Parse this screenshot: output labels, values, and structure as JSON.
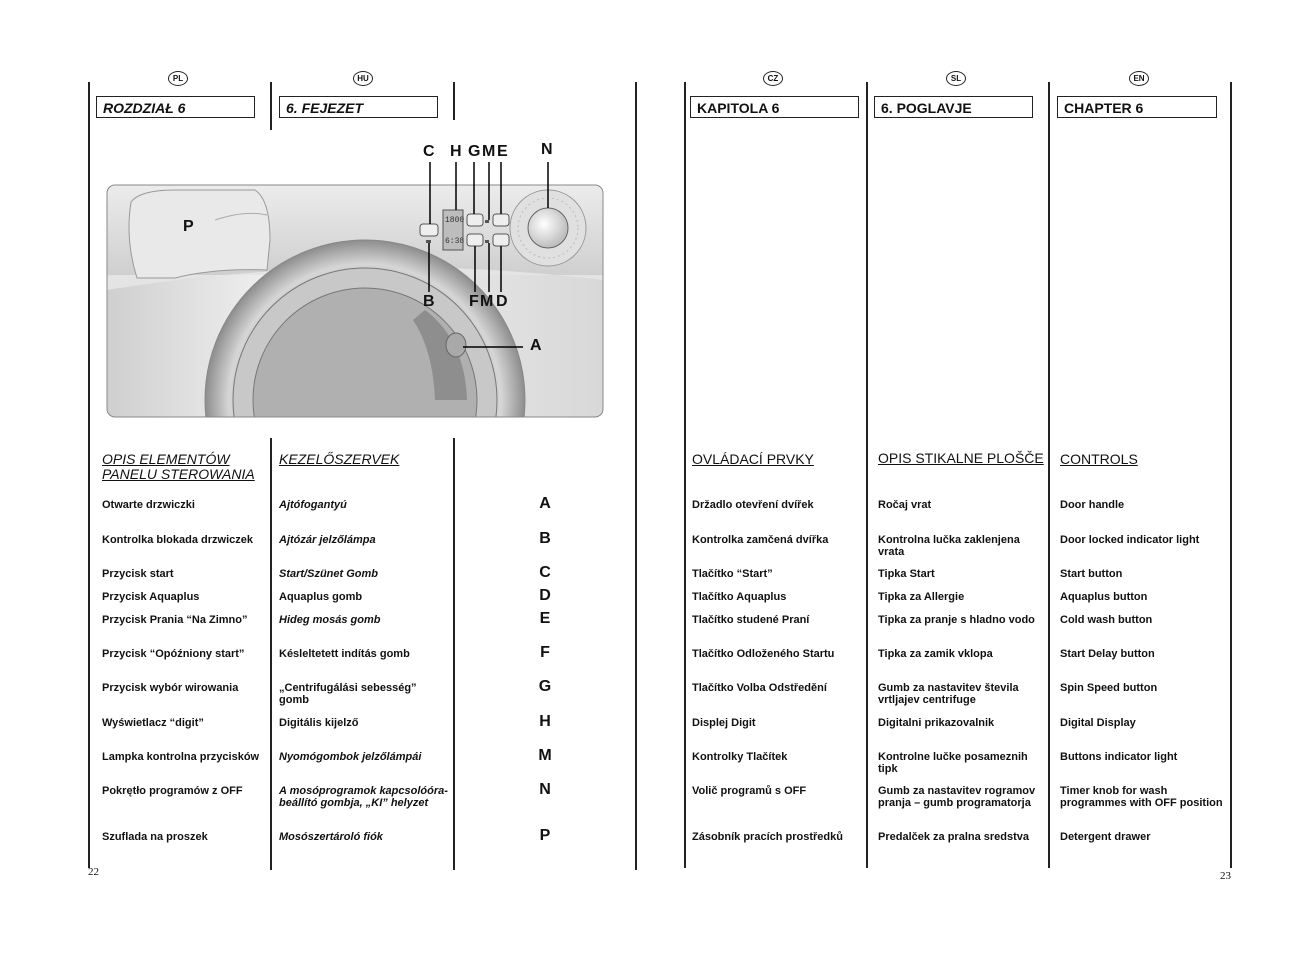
{
  "page_numbers": {
    "left": "22",
    "right": "23"
  },
  "columns": [
    {
      "lang": "PL",
      "chapter": "ROZDZIAŁ 6",
      "heading": "OPIS ELEMENTÓW PANELU STEROWANIA",
      "items": [
        "Otwarte drzwiczki",
        "Kontrolka blokada drzwiczek",
        "Przycisk start",
        "Przycisk Aquaplus",
        "Przycisk Prania “Na Zimno”",
        "Przycisk “Opóźniony start”",
        "Przycisk wybór wirowania",
        "Wyświetlacz “digit”",
        "Lampka kontrolna przycisków",
        "Pokrętło programów z OFF",
        "Szuflada na proszek"
      ]
    },
    {
      "lang": "HU",
      "chapter": "6. FEJEZET",
      "heading": "KEZELŐSZERVEK",
      "items": [
        "Ajtófogantyú",
        "Ajtózár jelzőlámpa",
        "Start/Szünet Gomb",
        "Aquaplus gomb",
        "Hideg mosás gomb",
        "Késleltetett indítás gomb",
        "„Centrifugálási sebesség” gomb",
        "Digitális kijelző",
        "Nyomógombok jelzőlámpái",
        "A mosóprogramok kapcsolóóra-beállító gombja, „KI” helyzet",
        "Mosószertároló fiók"
      ]
    },
    {
      "lang": "CZ",
      "chapter": "KAPITOLA 6",
      "heading": "OVLÁDACÍ PRVKY",
      "items": [
        "Držadlo otevření dvířek",
        "Kontrolka zamčená dvířka",
        "Tlačítko “Start”",
        "Tlačítko Aquaplus",
        "Tlačítko studené Praní",
        "Tlačítko Odloženého Startu",
        "Tlačítko Volba Odstředění",
        "Displej Digit",
        "Kontrolky Tlačítek",
        "Volič programů s OFF",
        "Zásobník pracích prostředků"
      ]
    },
    {
      "lang": "SL",
      "chapter": "6. POGLAVJE",
      "heading": "OPIS STIKALNE PLOŠČE",
      "items": [
        "Ročaj vrat",
        "Kontrolna lučka zaklenjena vrata",
        "Tipka Start",
        "Tipka za Allergie",
        "Tipka za pranje s hladno vodo",
        "Tipka za zamik vklopa",
        "Gumb za nastavitev števila vrtljajev centrifuge",
        "Digitalni prikazovalnik",
        "Kontrolne lučke posameznih tipk",
        "Gumb za nastavitev rogramov pranja – gumb programatorja",
        "Predalček za pralna sredstva"
      ]
    },
    {
      "lang": "EN",
      "chapter": "CHAPTER 6",
      "heading": "CONTROLS",
      "items": [
        "Door handle",
        "Door locked indicator light",
        "Start button",
        "Aquaplus button",
        "Cold wash button",
        "Start Delay button",
        "Spin Speed button",
        "Digital Display",
        "Buttons indicator light",
        "Timer knob for wash programmes with OFF position",
        "Detergent drawer"
      ]
    }
  ],
  "letters": [
    "A",
    "B",
    "C",
    "D",
    "E",
    "F",
    "G",
    "H",
    "M",
    "N",
    "P"
  ],
  "diagram_labels": {
    "top": [
      "C",
      "H",
      "G",
      "M",
      "E",
      "N"
    ],
    "bottom": [
      "B",
      "F",
      "M",
      "D"
    ],
    "door": "A",
    "drawer": "P"
  }
}
